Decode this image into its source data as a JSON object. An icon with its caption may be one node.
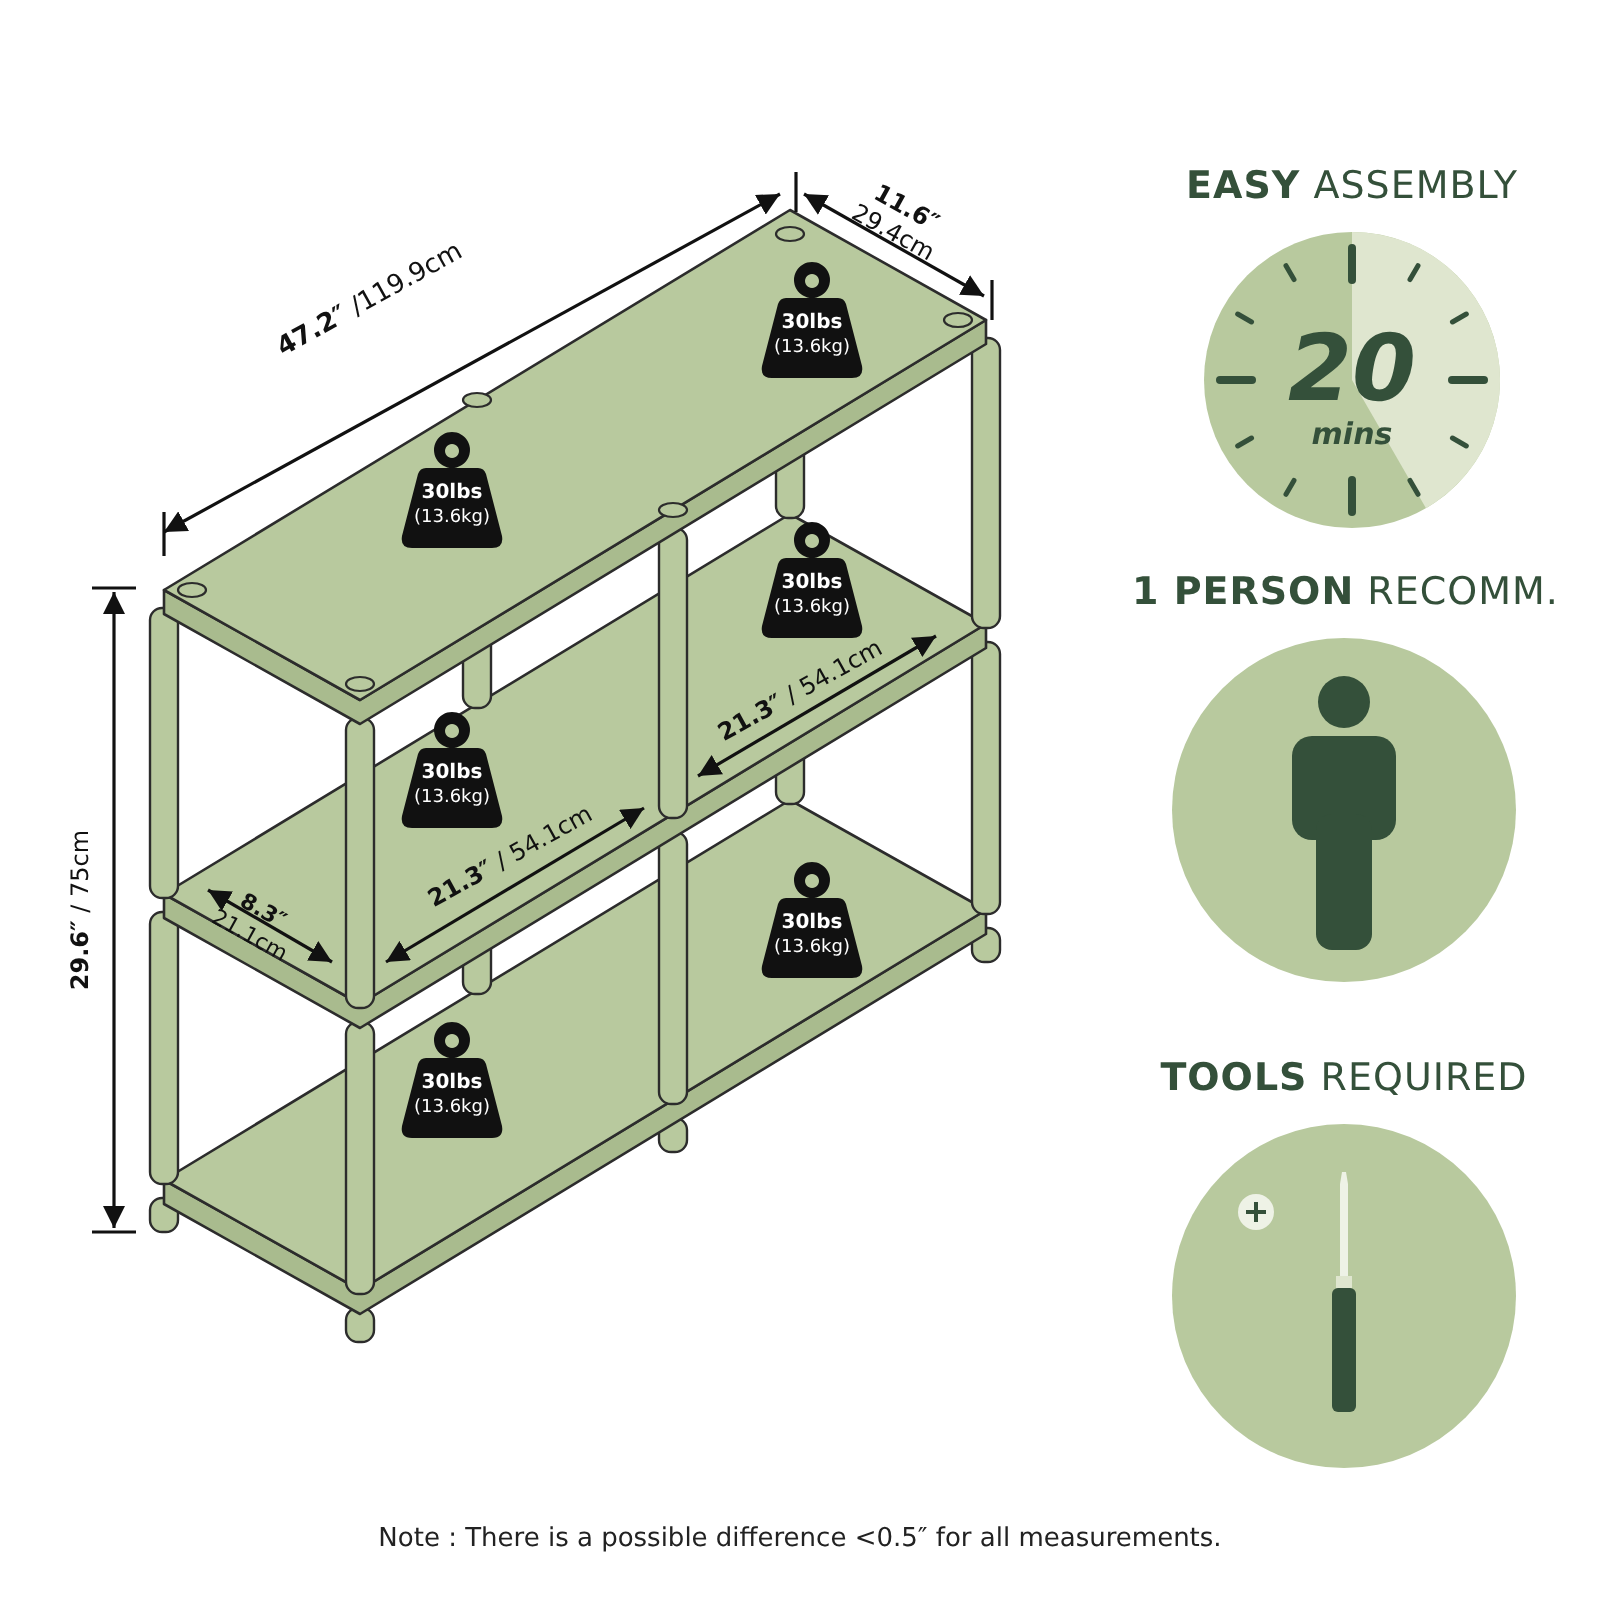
{
  "diagram": {
    "nodes": [
      {
        "text": [
          "30lbs",
          "(13.6kg)"
        ]
      },
      {
        "text": [
          "30lbs",
          "(13.6kg)"
        ]
      },
      {
        "text": [
          "30lbs",
          "(13.6kg)"
        ]
      },
      {
        "text": [
          "30lbs",
          "(13.6kg)"
        ]
      },
      {
        "text": [
          "30lbs",
          "(13.6kg)"
        ]
      },
      {
        "text": [
          "30lbs",
          "(13.6kg)"
        ]
      },
      {
        "text": [
          "**EASY** ASSEMBLY",
          "20",
          "mins"
        ]
      },
      {
        "text": [
          "**1 PERSON** RECOMM."
        ]
      },
      {
        "text": [
          "**TOOLS** REQUIRED"
        ]
      }
    ],
    "labels": [
      "**47.2″** /119.9cm",
      "**11.6″** 29.4cm",
      "**29.6″** / 75cm",
      "**21.3″** / 54.1cm",
      "**8.3″** 21.1cm",
      "**21.3″** / 54.1cm",
      "Note : There is a possible difference <0.5″ for all measurements."
    ]
  }
}
